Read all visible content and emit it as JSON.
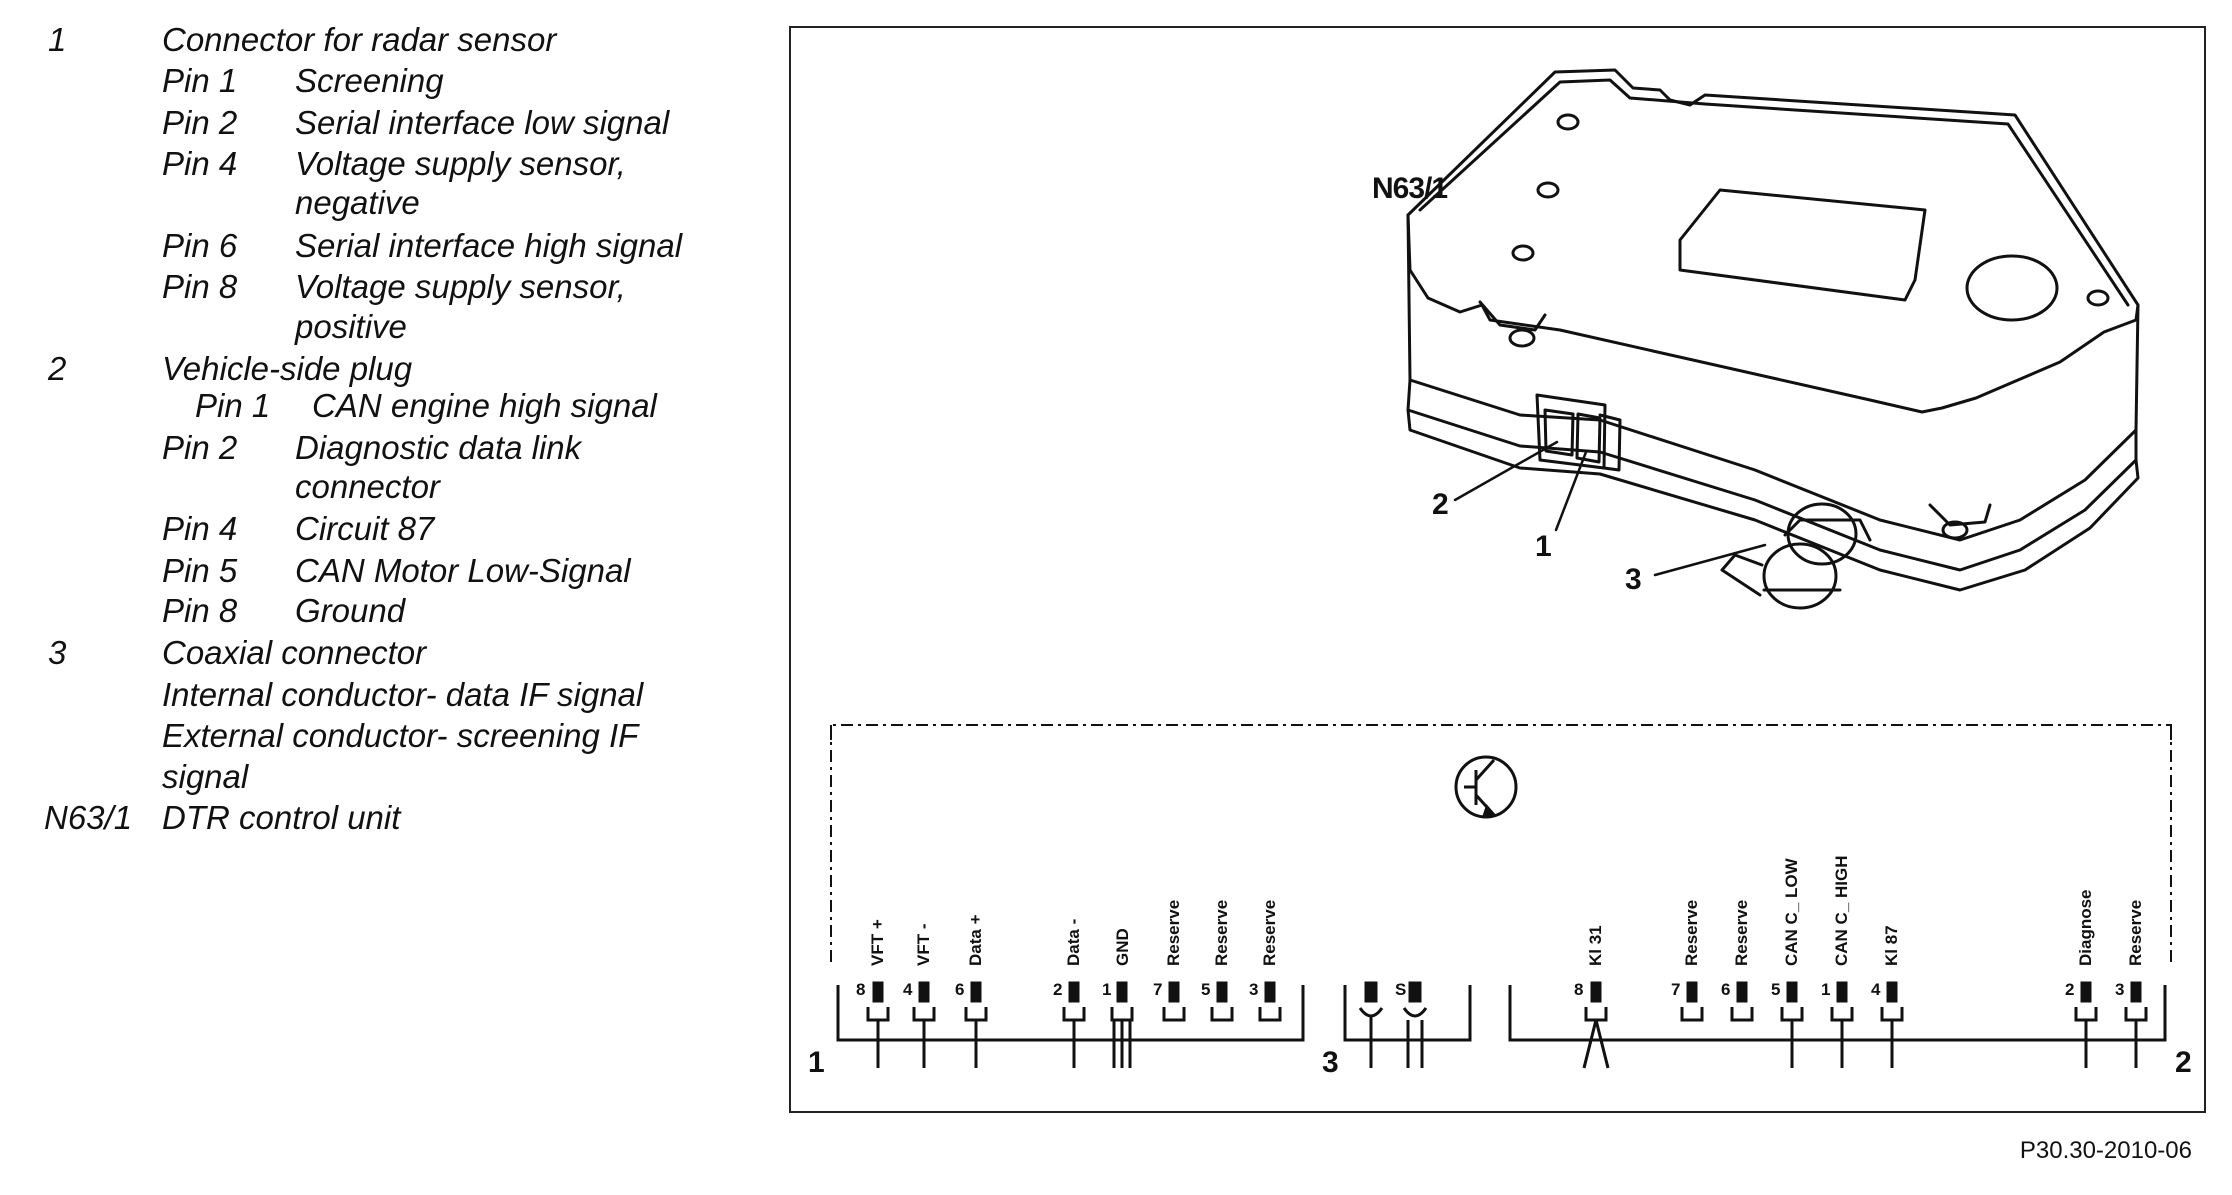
{
  "legend": {
    "item1": {
      "num": "1",
      "label": "Connector for radar sensor",
      "pins": [
        {
          "pin": "Pin 1",
          "desc": "Screening"
        },
        {
          "pin": "Pin 2",
          "desc": "Serial interface low signal"
        },
        {
          "pin": "Pin 4",
          "desc": "Voltage supply sensor,",
          "desc2": "negative"
        },
        {
          "pin": "Pin 6",
          "desc": "Serial interface high signal"
        },
        {
          "pin": "Pin 8",
          "desc": "Voltage supply sensor,",
          "desc2": "positive"
        }
      ]
    },
    "item2": {
      "num": "2",
      "label": "Vehicle-side plug",
      "pins": [
        {
          "pin": "Pin 1",
          "desc": "CAN engine high signal"
        },
        {
          "pin": "Pin 2",
          "desc": "Diagnostic data link",
          "desc2": "connector"
        },
        {
          "pin": "Pin 4",
          "desc": "Circuit 87"
        },
        {
          "pin": "Pin 5",
          "desc": "CAN Motor Low-Signal"
        },
        {
          "pin": "Pin 8",
          "desc": "Ground"
        }
      ]
    },
    "item3": {
      "num": "3",
      "label": "Coaxial connector",
      "lines": [
        "Internal conductor- data IF signal",
        "External conductor- screening IF",
        "signal"
      ]
    },
    "item4": {
      "num": "N63/1",
      "label": "DTR control unit"
    }
  },
  "diagram": {
    "device_label": "N63/1",
    "callouts": [
      "1",
      "2",
      "3"
    ],
    "connector1": {
      "num": "1",
      "pins": [
        {
          "num": "8",
          "label": "VFT +"
        },
        {
          "num": "4",
          "label": "VFT -"
        },
        {
          "num": "6",
          "label": "Data +"
        },
        {
          "num": "2",
          "label": "Data -"
        },
        {
          "num": "1",
          "label": "GND"
        },
        {
          "num": "7",
          "label": "Reserve"
        },
        {
          "num": "5",
          "label": "Reserve"
        },
        {
          "num": "3",
          "label": "Reserve"
        }
      ]
    },
    "connector3": {
      "num": "3",
      "pins": [
        {
          "num": "",
          "label": ""
        },
        {
          "num": "S",
          "label": ""
        }
      ]
    },
    "connector2": {
      "num": "2",
      "pins": [
        {
          "num": "8",
          "label": "Kl 31"
        },
        {
          "num": "7",
          "label": "Reserve"
        },
        {
          "num": "6",
          "label": "Reserve"
        },
        {
          "num": "5",
          "label": "CAN C_ LOW"
        },
        {
          "num": "1",
          "label": "CAN C_ HIGH"
        },
        {
          "num": "4",
          "label": "Kl 87"
        },
        {
          "num": "2",
          "label": "Diagnose"
        },
        {
          "num": "3",
          "label": "Reserve"
        }
      ]
    }
  },
  "ref_code": "P30.30-2010-06"
}
